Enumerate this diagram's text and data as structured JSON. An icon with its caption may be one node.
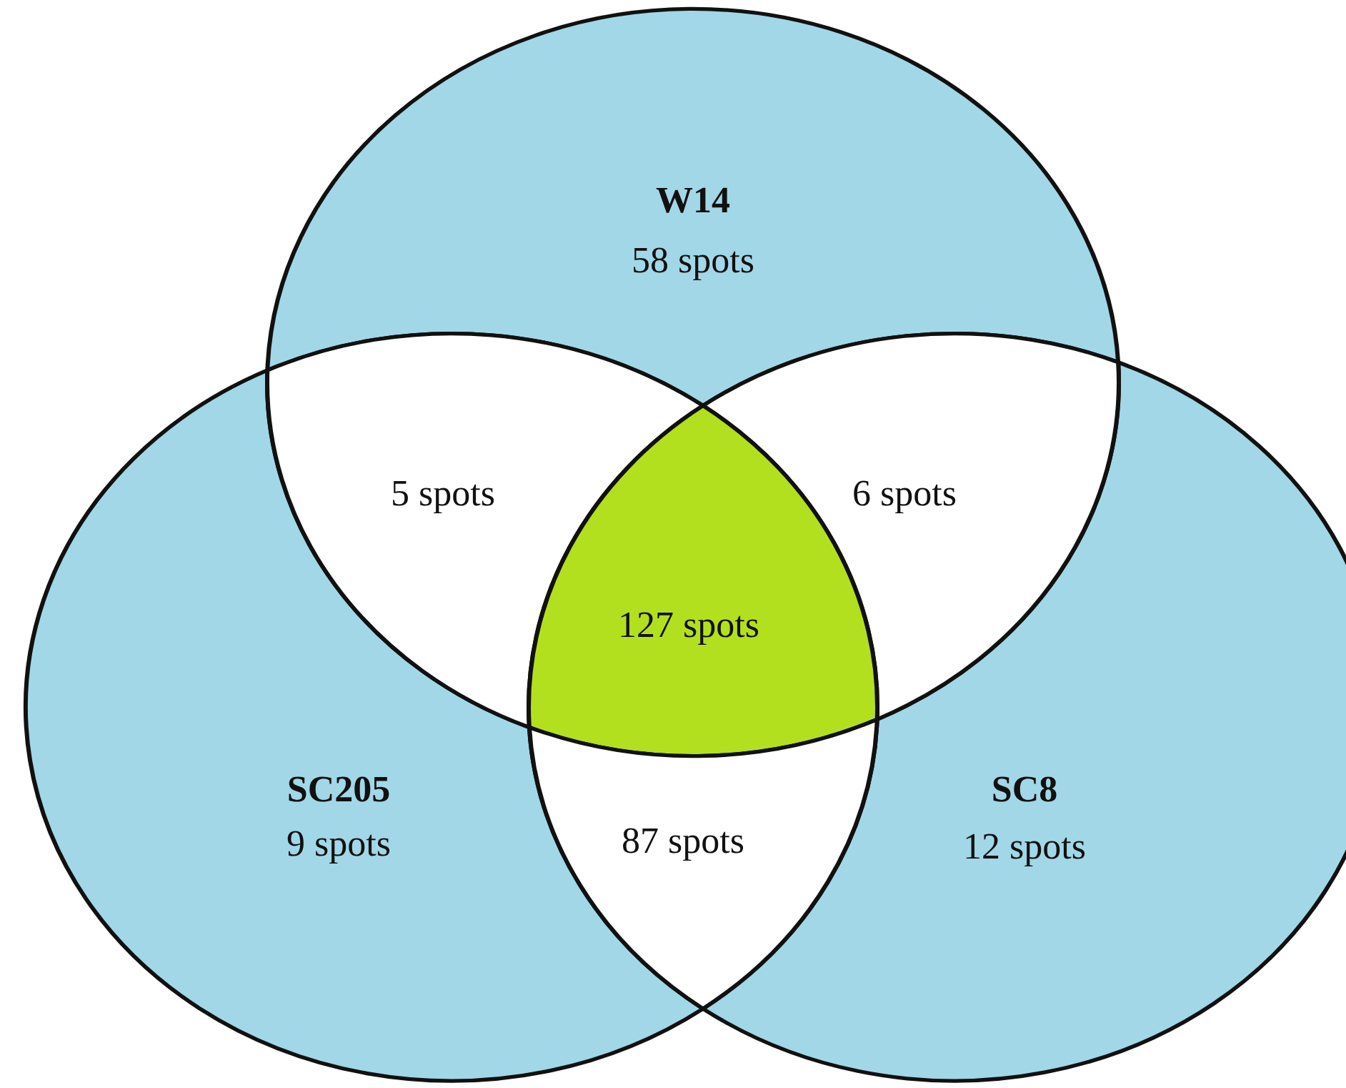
{
  "diagram": {
    "nodes": [
      {
        "text": [
          "W14",
          "58 spots"
        ]
      },
      {
        "text": [
          "SC205",
          "9 spots"
        ]
      },
      {
        "text": [
          "SC8",
          "12 spots"
        ]
      },
      {
        "text": [
          "5 spots"
        ]
      },
      {
        "text": [
          "6 spots"
        ]
      },
      {
        "text": [
          "127 spots"
        ]
      },
      {
        "text": [
          "87 spots"
        ]
      }
    ],
    "edges": []
  }
}
